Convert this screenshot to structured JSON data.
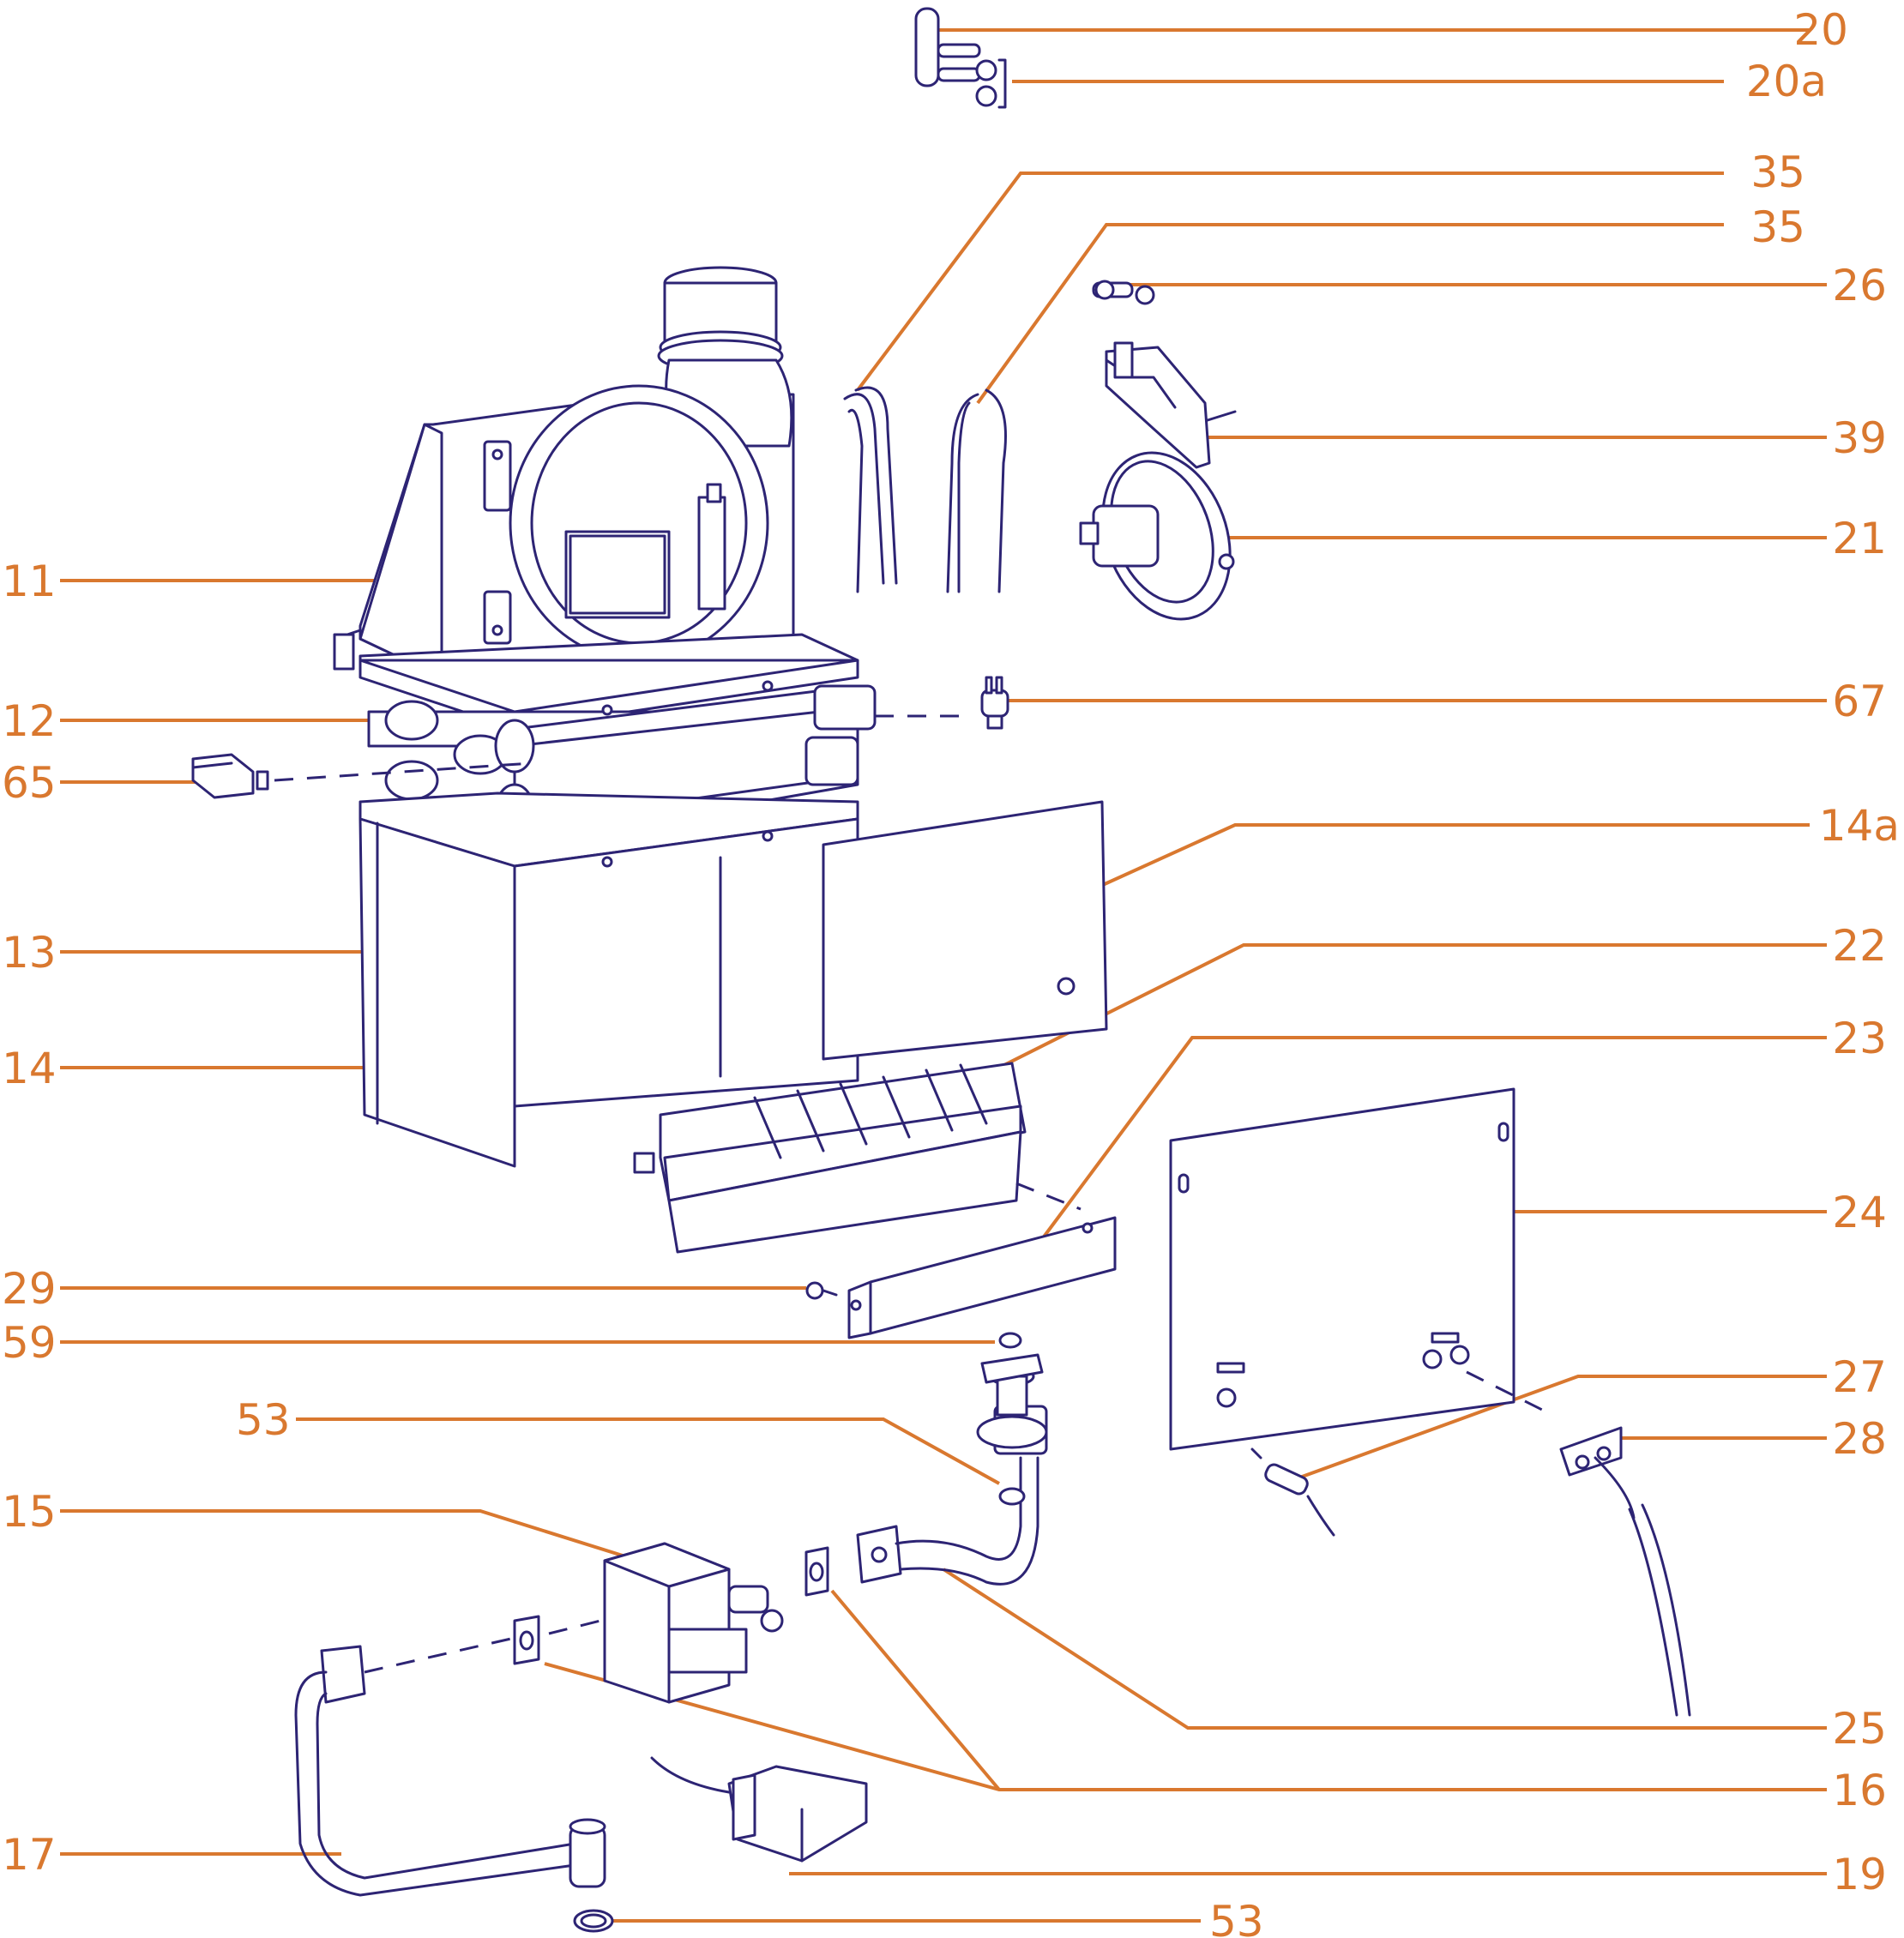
{
  "colors": {
    "label": "#d9782f",
    "line_art": "#2d2474",
    "background": "#ffffff"
  },
  "callouts": [
    {
      "id": "c20",
      "text": "20"
    },
    {
      "id": "c20a",
      "text": "20a"
    },
    {
      "id": "c35a",
      "text": "35"
    },
    {
      "id": "c35b",
      "text": "35"
    },
    {
      "id": "c26",
      "text": "26"
    },
    {
      "id": "c39",
      "text": "39"
    },
    {
      "id": "c21",
      "text": "21"
    },
    {
      "id": "c11",
      "text": "11"
    },
    {
      "id": "c12",
      "text": "12"
    },
    {
      "id": "c67",
      "text": "67"
    },
    {
      "id": "c65",
      "text": "65"
    },
    {
      "id": "c14a",
      "text": "14a"
    },
    {
      "id": "c13",
      "text": "13"
    },
    {
      "id": "c22",
      "text": "22"
    },
    {
      "id": "c14",
      "text": "14"
    },
    {
      "id": "c23",
      "text": "23"
    },
    {
      "id": "c24",
      "text": "24"
    },
    {
      "id": "c29",
      "text": "29"
    },
    {
      "id": "c59",
      "text": "59"
    },
    {
      "id": "c27",
      "text": "27"
    },
    {
      "id": "c53a",
      "text": "53"
    },
    {
      "id": "c28",
      "text": "28"
    },
    {
      "id": "c15",
      "text": "15"
    },
    {
      "id": "c25",
      "text": "25"
    },
    {
      "id": "c16",
      "text": "16"
    },
    {
      "id": "c17",
      "text": "17"
    },
    {
      "id": "c19",
      "text": "19"
    },
    {
      "id": "c53b",
      "text": "53"
    }
  ]
}
